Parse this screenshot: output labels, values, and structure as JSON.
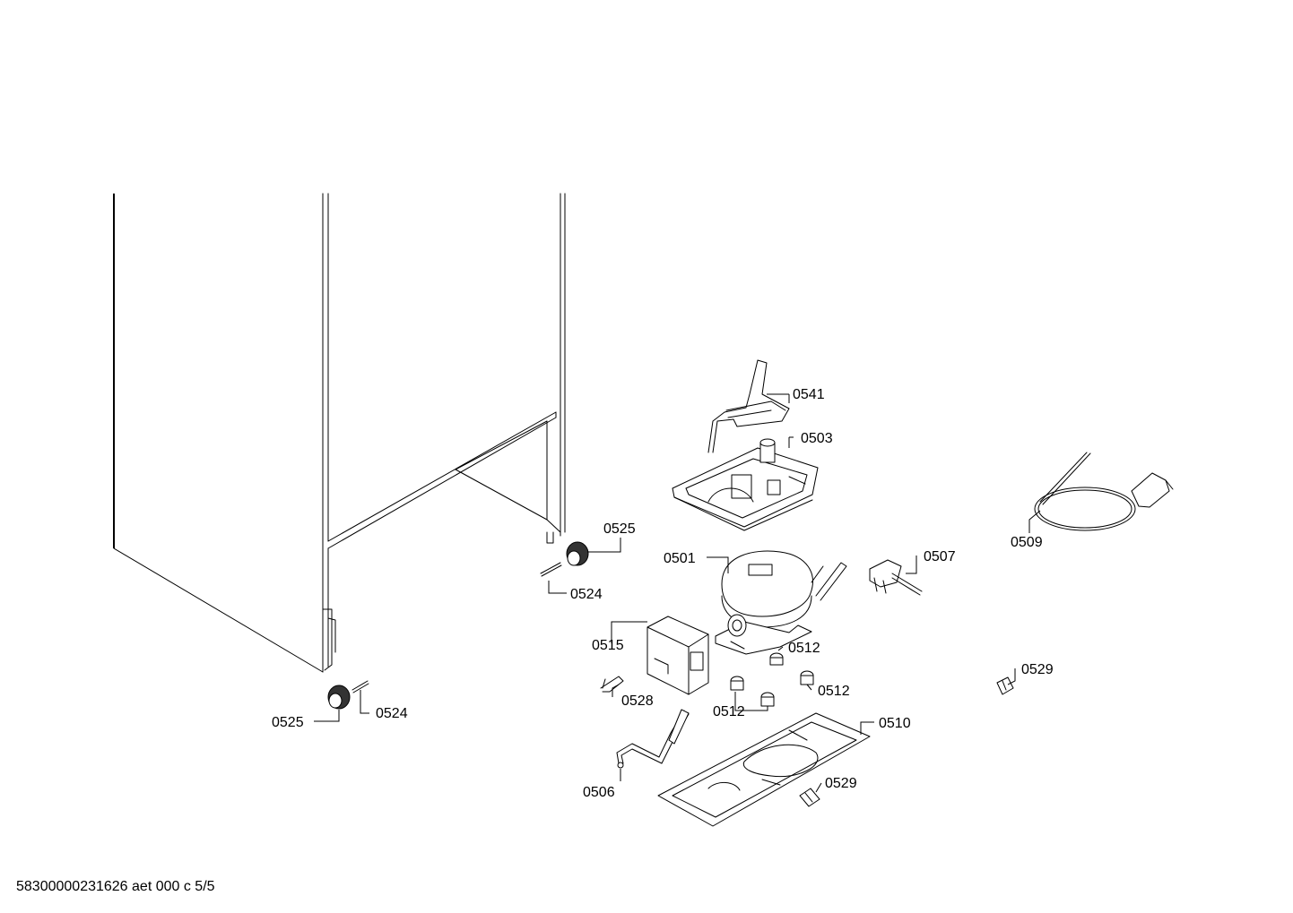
{
  "labels": {
    "p0541": "0541",
    "p0503": "0503",
    "p0525a": "0525",
    "p0524a": "0524",
    "p0501": "0501",
    "p0507": "0507",
    "p0509": "0509",
    "p0515": "0515",
    "p0512a": "0512",
    "p0512b": "0512",
    "p0512c": "0512",
    "p0528": "0528",
    "p0529a": "0529",
    "p0525b": "0525",
    "p0524b": "0524",
    "p0510": "0510",
    "p0506": "0506",
    "p0529b": "0529"
  },
  "footer": "58300000231626 aet 000 c 5/5"
}
